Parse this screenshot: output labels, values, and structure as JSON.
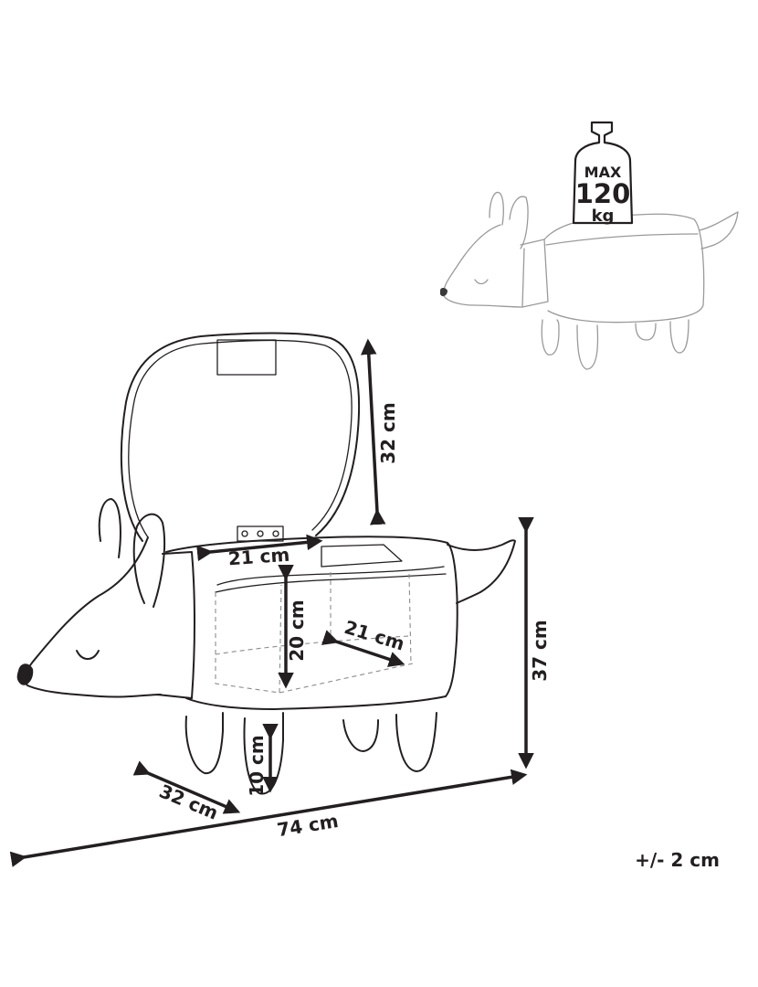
{
  "dimensions": {
    "lid_height": "32 cm",
    "opening_width": "21 cm",
    "inner_height": "20 cm",
    "inner_depth": "21 cm",
    "total_height": "37 cm",
    "depth": "32 cm",
    "leg_height": "10 cm",
    "total_length": "74 cm"
  },
  "tolerance": "+/- 2 cm",
  "weight_badge": {
    "line1": "MAX",
    "line2": "120",
    "line3": "kg"
  }
}
